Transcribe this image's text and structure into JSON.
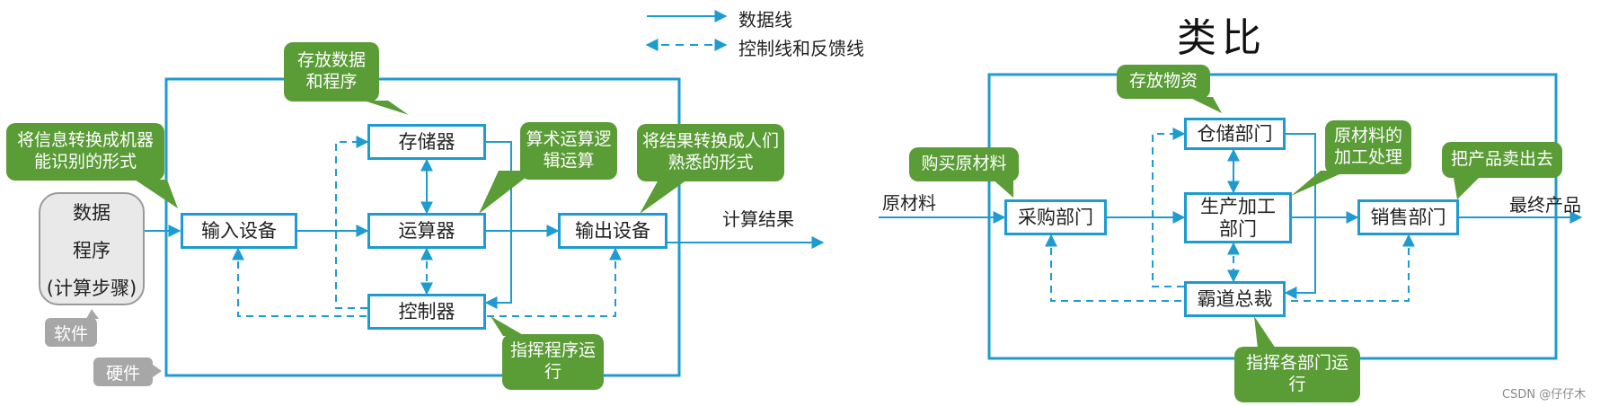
{
  "legend": {
    "data_line": "数据线",
    "control_line": "控制线和反馈线"
  },
  "analogy_title": "类比",
  "watermark": "CSDN @仔仔木",
  "computer": {
    "input_lines": [
      "数据",
      "程序",
      "(计算步骤)"
    ],
    "software": "软件",
    "hardware": "硬件",
    "input_device": "输入设备",
    "memory": "存储器",
    "alu": "运算器",
    "controller": "控制器",
    "output_device": "输出设备",
    "result": "计算结果",
    "callouts": {
      "input": "将信息转换成机器能识别的形式",
      "memory": "存放数据和程序",
      "alu": "算术运算逻辑运算",
      "output": "将结果转换成人们熟悉的形式",
      "controller": "指挥程序运行"
    }
  },
  "factory": {
    "raw_material": "原材料",
    "final_product": "最终产品",
    "purchasing": "采购部门",
    "warehouse": "仓储部门",
    "production": "生产加工部门",
    "sales": "销售部门",
    "boss": "霸道总裁",
    "callouts": {
      "purchasing": "购买原材料",
      "warehouse": "存放物资",
      "production": "原材料的加工处理",
      "sales": "把产品卖出去",
      "boss": "指挥各部门运行"
    }
  },
  "colors": {
    "line_blue": "#1e9bd0",
    "callout_green": "#5a9c35",
    "tag_grey": "#a7a7a7"
  }
}
